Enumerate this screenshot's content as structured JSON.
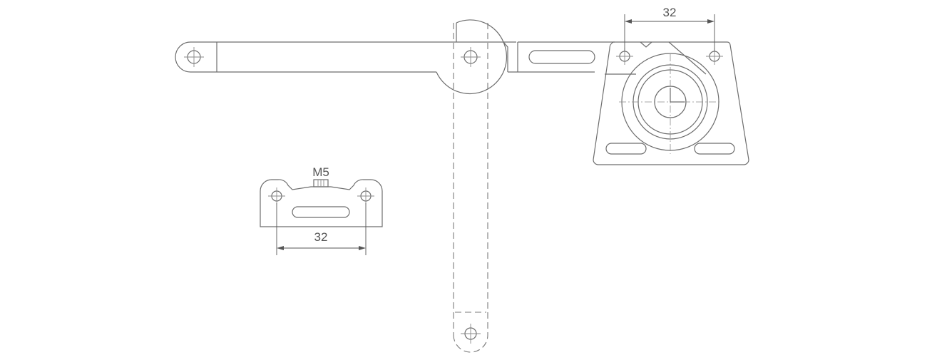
{
  "drawing": {
    "dimension_top": "32",
    "dimension_bottom": "32",
    "thread_label": "M5"
  },
  "colors": {
    "line": "#6d6d6d",
    "text": "#555555",
    "background": "#ffffff"
  }
}
